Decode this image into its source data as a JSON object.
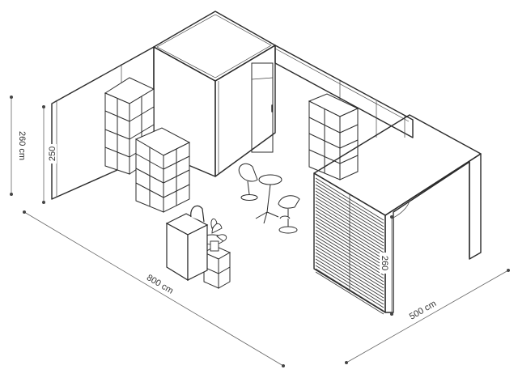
{
  "dimensions": {
    "outer_height": "260 cm",
    "wall_height": "250",
    "length": "800 cm",
    "depth": "500 cm",
    "counter_height": "260"
  }
}
